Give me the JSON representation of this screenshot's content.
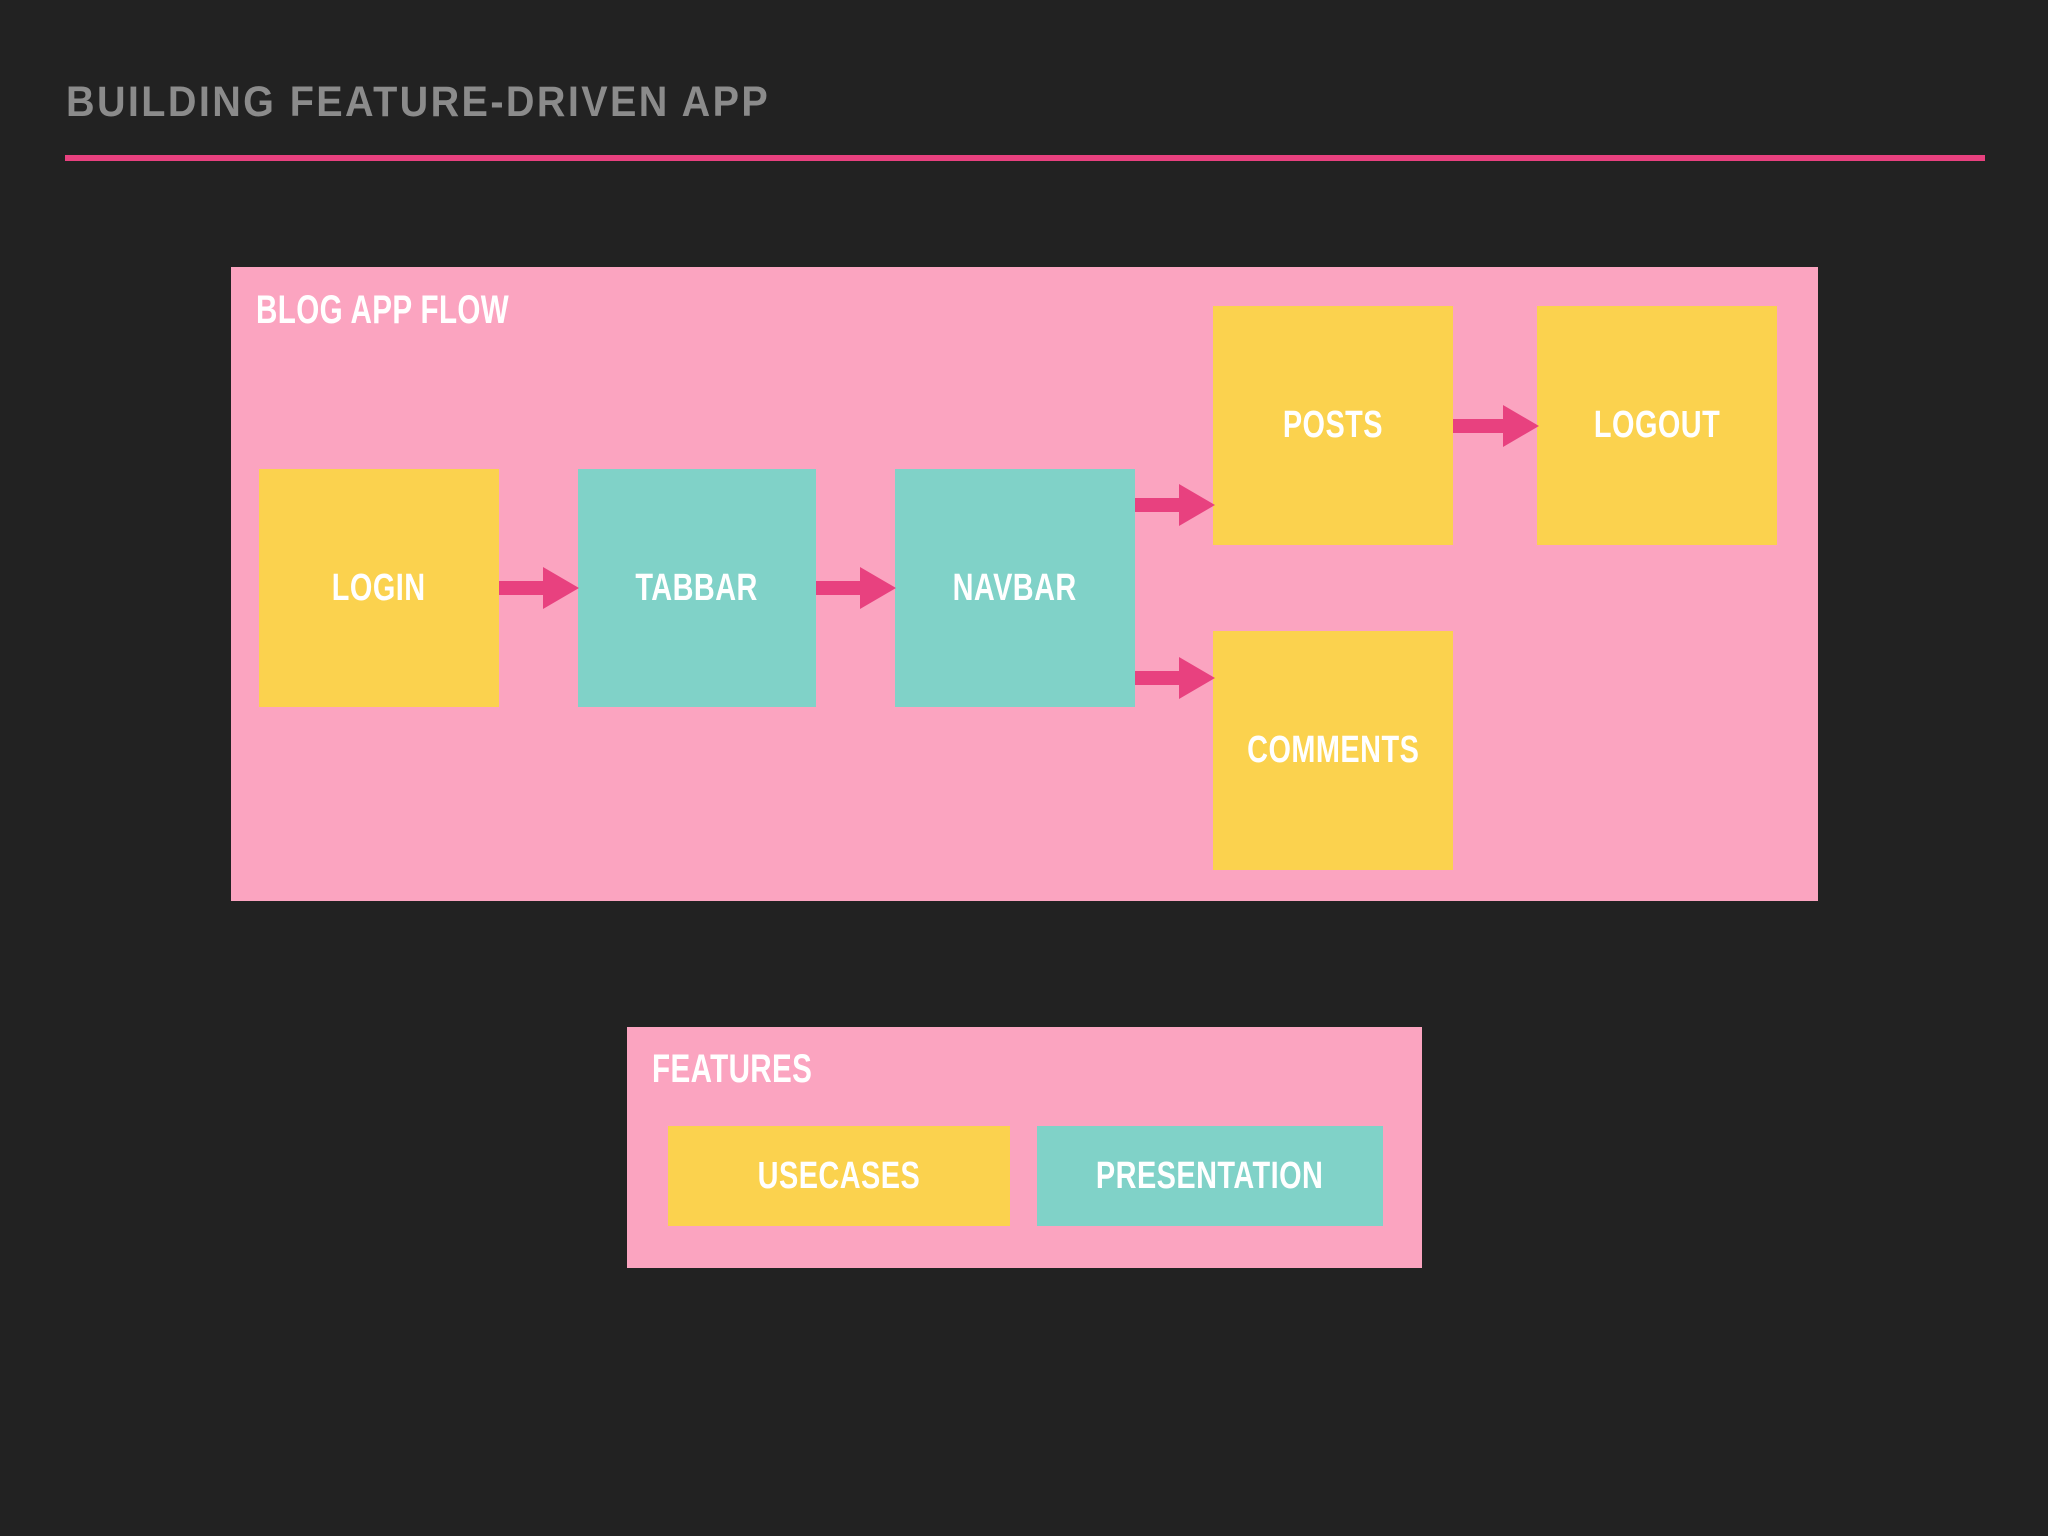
{
  "slide": {
    "title": "BUILDING FEATURE-DRIVEN APP"
  },
  "colors": {
    "background": "#222222",
    "title_text": "#8b8b8b",
    "rule": "#e8417f",
    "panel_pink": "#fba4c0",
    "node_yellow": "#fbd24e",
    "node_teal": "#80d2c8",
    "arrow_pink": "#e8417f",
    "node_text": "#ffffff"
  },
  "flow_panel": {
    "label": "BLOG APP FLOW",
    "nodes": [
      {
        "id": "login",
        "label": "LOGIN",
        "color": "yellow"
      },
      {
        "id": "tabbar",
        "label": "TABBAR",
        "color": "teal"
      },
      {
        "id": "navbar",
        "label": "NAVBAR",
        "color": "teal"
      },
      {
        "id": "posts",
        "label": "POSTS",
        "color": "yellow"
      },
      {
        "id": "logout",
        "label": "LOGOUT",
        "color": "yellow"
      },
      {
        "id": "comments",
        "label": "COMMENTS",
        "color": "yellow"
      }
    ],
    "edges": [
      {
        "from": "login",
        "to": "tabbar"
      },
      {
        "from": "tabbar",
        "to": "navbar"
      },
      {
        "from": "navbar",
        "to": "posts"
      },
      {
        "from": "navbar",
        "to": "comments"
      },
      {
        "from": "posts",
        "to": "logout"
      }
    ]
  },
  "features_panel": {
    "label": "FEATURES",
    "chips": [
      {
        "id": "usecases",
        "label": "USECASES",
        "color": "yellow"
      },
      {
        "id": "presentation",
        "label": "PRESENTATION",
        "color": "teal"
      }
    ]
  }
}
